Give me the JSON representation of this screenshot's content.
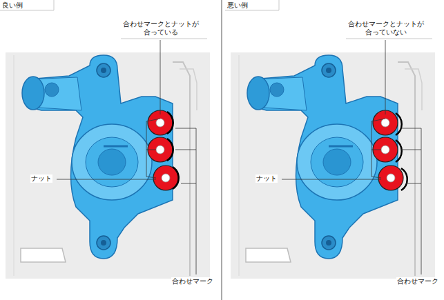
{
  "diagram": {
    "labels": [
      "良い例",
      "合わせマークとナットが 合っている",
      "ナット",
      "合わせマーク",
      "悪い例",
      "合わせマークとナットが 合っていない",
      "ナット",
      "合わせマーク"
    ]
  }
}
